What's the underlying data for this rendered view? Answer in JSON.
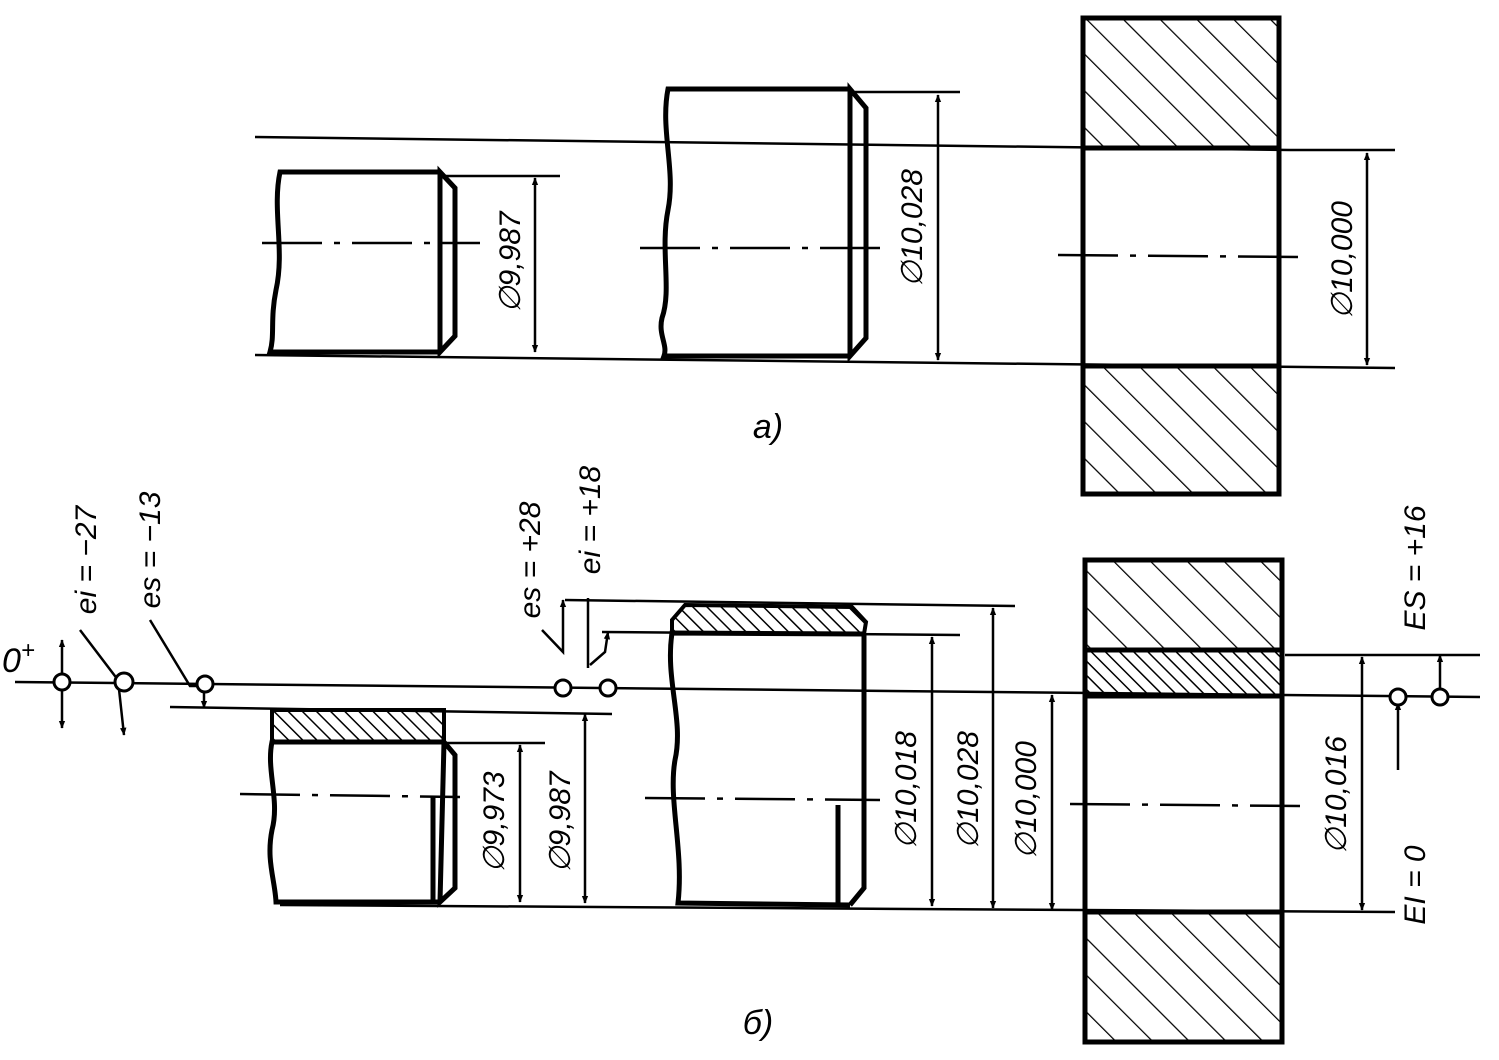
{
  "view_a": {
    "caption": "а)",
    "dims": [
      "∅9,987",
      "∅10,028",
      "∅10,000"
    ]
  },
  "view_b": {
    "caption": "б)",
    "zero_mark": "0",
    "zero_sup": "+",
    "deviations": {
      "shaft1_ei": "ei = −27",
      "shaft1_es": "es = −13",
      "shaft2_es": "es = +28",
      "shaft2_ei": "ei = +18",
      "hole_es": "ES = +16",
      "hole_ei": "EI = 0"
    },
    "dims": [
      "∅9,973",
      "∅9,987",
      "∅10,018",
      "∅10,028",
      "∅10,000",
      "∅10,016"
    ]
  },
  "colors": {
    "ink": "#000000",
    "paper": "#ffffff"
  }
}
